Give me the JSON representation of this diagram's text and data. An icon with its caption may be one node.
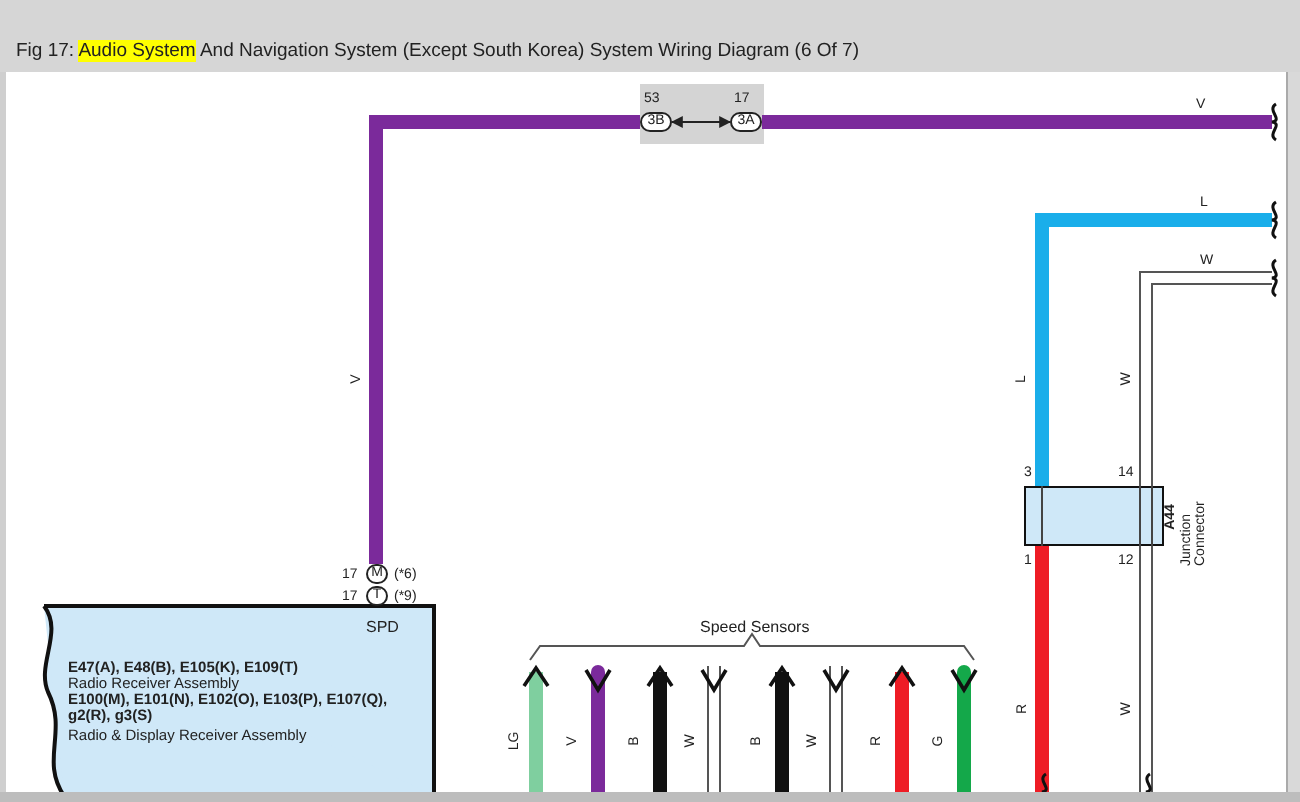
{
  "diagram": {
    "title": "Fig 17: Audio System And Navigation System (Except South Korea) System Wiring Diagram (6 Of 7)",
    "nodes": [
      {
        "text": [
          "SPD",
          "E47(A), E48(B), E105(K), E109(T)",
          "Radio Receiver Assembly",
          "E100(M), E101(N), E102(O), E103(P), E107(Q), g2(R), g3(S)",
          "Radio & Display Receiver Assembly"
        ]
      },
      {
        "text": [
          "M"
        ],
        "beside": [
          "17",
          "(*6)"
        ]
      },
      {
        "text": [
          "T"
        ],
        "beside": [
          "17",
          "(*9)"
        ]
      },
      {
        "text": [
          "3B"
        ],
        "beside": [
          "53"
        ]
      },
      {
        "text": [
          "3A"
        ],
        "beside": [
          "17"
        ]
      },
      {
        "text": [
          "A44",
          "Junction Connector"
        ]
      }
    ],
    "edges": [
      {
        "from": 1,
        "to": 3,
        "arrow": "none",
        "color": "#7b2a9b",
        "label": "V"
      },
      {
        "from": 3,
        "to": 4,
        "arrow": "both",
        "color": "#222222"
      },
      {
        "from": 4,
        "to": null,
        "arrow": "none",
        "color": "#7b2a9b",
        "label": "V"
      },
      {
        "from": 5,
        "to": null,
        "arrow": "none",
        "color": "#1aaeea",
        "label": "L"
      },
      {
        "from": 5,
        "to": null,
        "arrow": "none",
        "color": "#555555",
        "label": "W"
      },
      {
        "from": 5,
        "to": null,
        "arrow": "none",
        "color": "#ee1c25",
        "label": "R"
      },
      {
        "from": 5,
        "to": null,
        "arrow": "none",
        "color": "#555555",
        "label": "W"
      }
    ],
    "labels": [
      "L",
      "W",
      "3",
      "14",
      "1",
      "12",
      "Speed Sensors",
      "LG",
      "V",
      "B",
      "W",
      "B",
      "W",
      "R",
      "G"
    ]
  }
}
